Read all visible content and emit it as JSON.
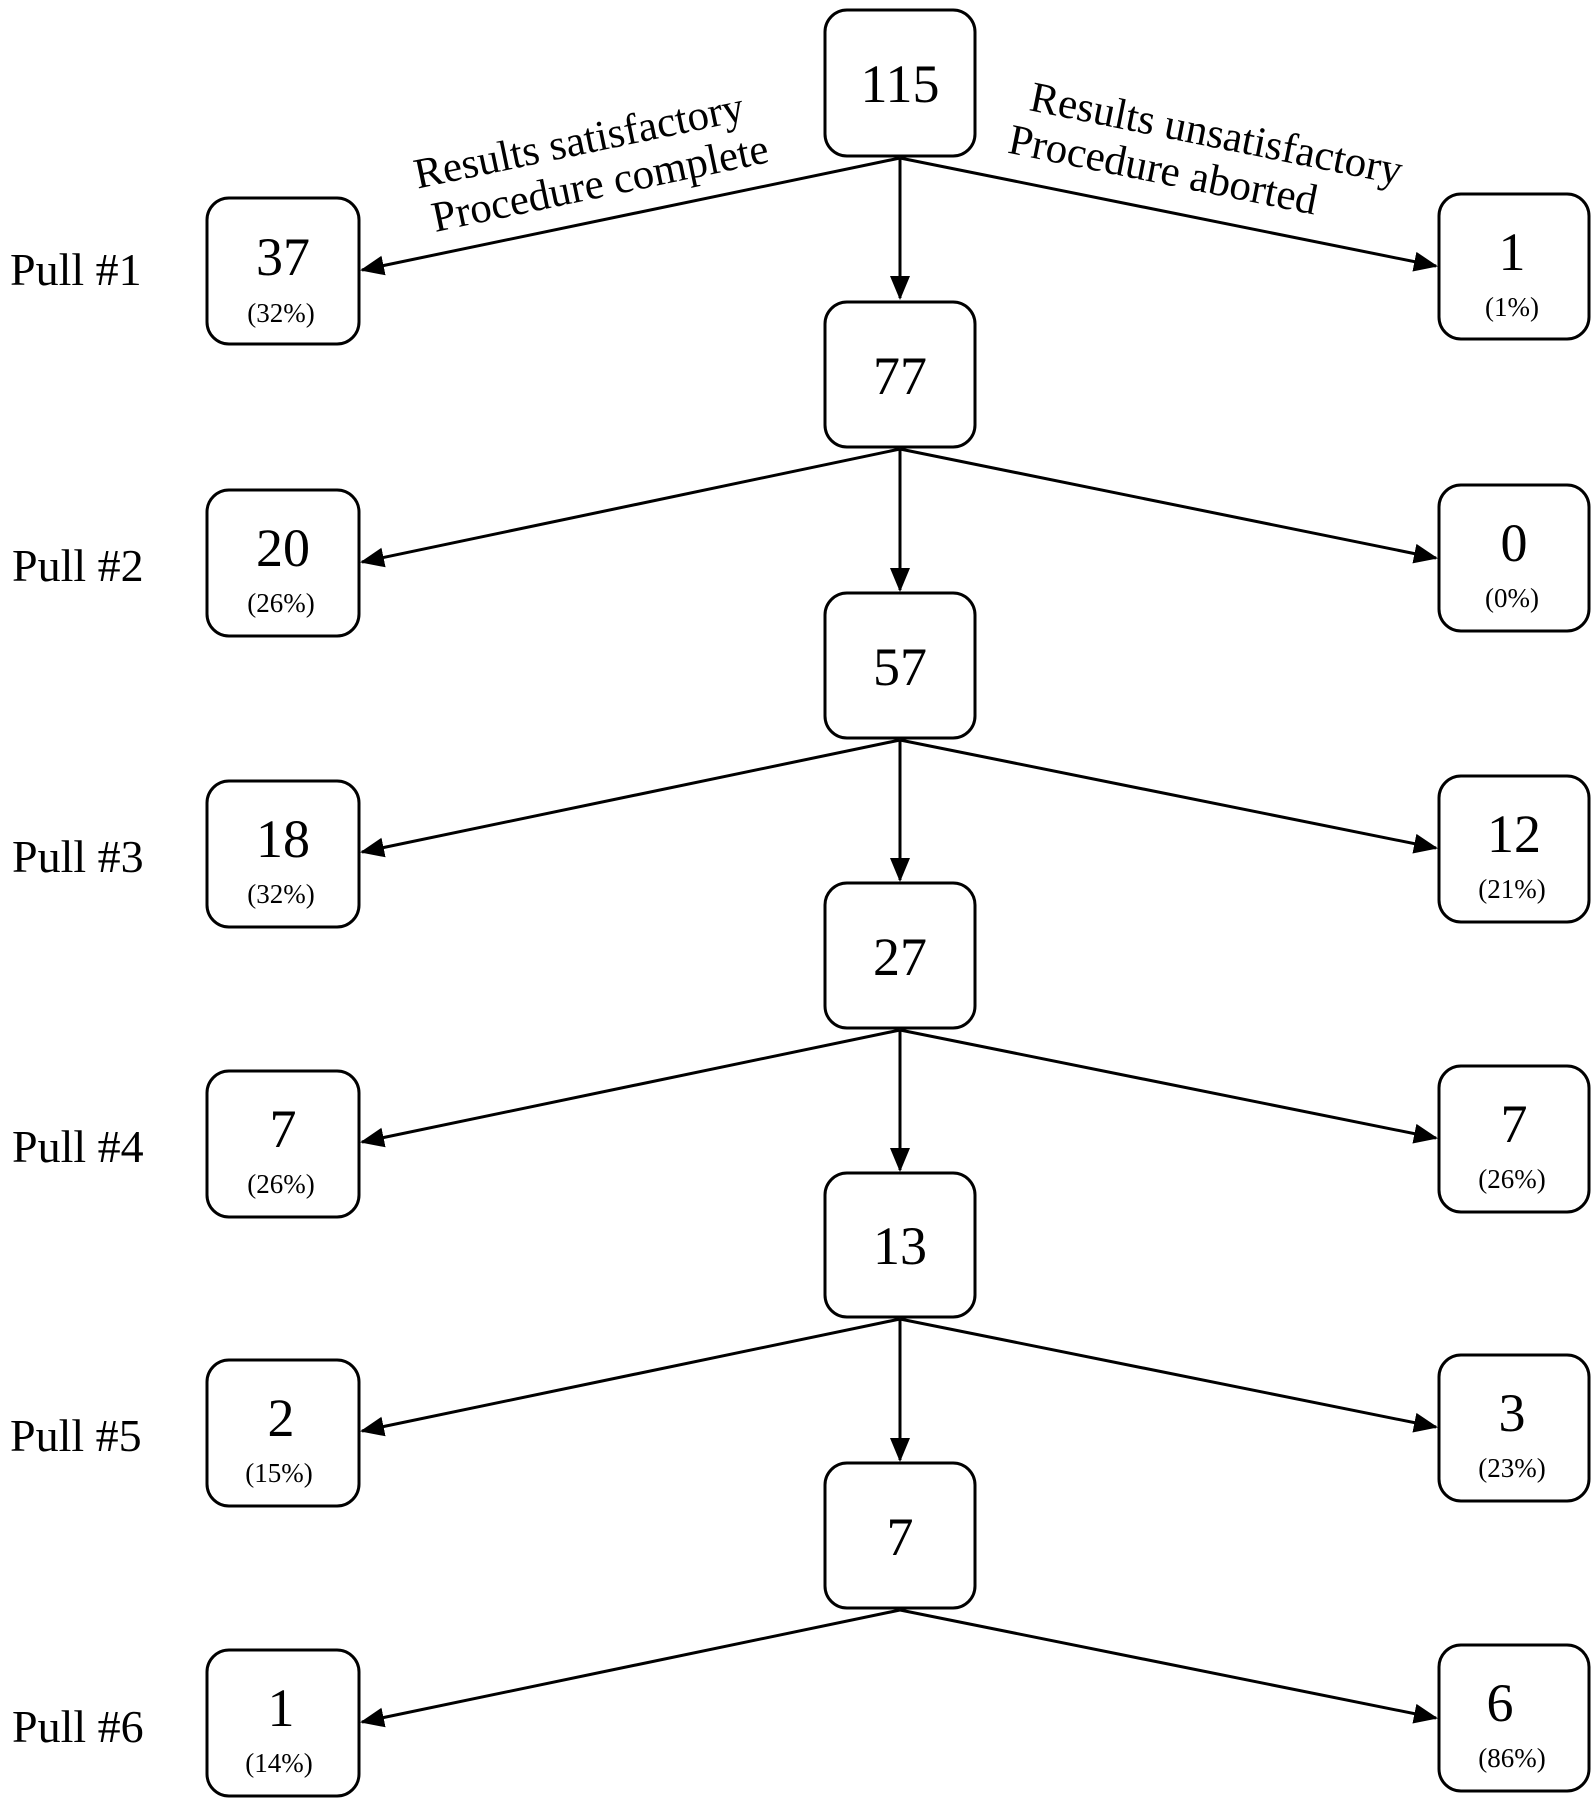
{
  "branch_labels": {
    "left_line1": "Results satisfactory",
    "left_line2": "Procedure complete",
    "right_line1": "Results unsatisfactory",
    "right_line2": "Procedure aborted"
  },
  "center_nodes": [
    {
      "count": "115"
    },
    {
      "count": "77"
    },
    {
      "count": "57"
    },
    {
      "count": "27"
    },
    {
      "count": "13"
    },
    {
      "count": "7"
    }
  ],
  "pulls": [
    {
      "label": "Pull #1",
      "complete": {
        "count": "37",
        "pct": "(32%)"
      },
      "aborted": {
        "count": "1",
        "pct": "(1%)"
      }
    },
    {
      "label": "Pull #2",
      "complete": {
        "count": "20",
        "pct": "(26%)"
      },
      "aborted": {
        "count": "0",
        "pct": "(0%)"
      }
    },
    {
      "label": "Pull #3",
      "complete": {
        "count": "18",
        "pct": "(32%)"
      },
      "aborted": {
        "count": "12",
        "pct": "(21%)"
      }
    },
    {
      "label": "Pull #4",
      "complete": {
        "count": "7",
        "pct": "(26%)"
      },
      "aborted": {
        "count": "7",
        "pct": "(26%)"
      }
    },
    {
      "label": "Pull #5",
      "complete": {
        "count": "2",
        "pct": "(15%)"
      },
      "aborted": {
        "count": "3",
        "pct": "(23%)"
      }
    },
    {
      "label": "Pull #6",
      "complete": {
        "count": "1",
        "pct": "(14%)"
      },
      "aborted": {
        "count": "6",
        "pct": "(86%)"
      }
    }
  ]
}
